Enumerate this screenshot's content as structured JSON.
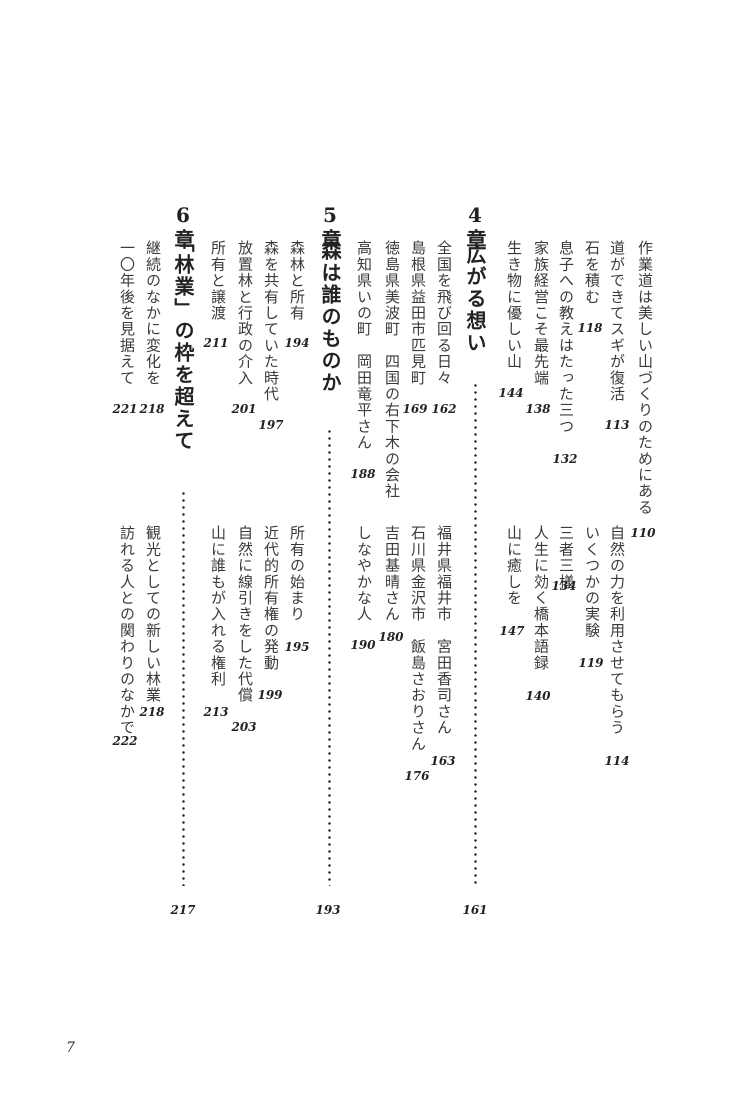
{
  "chapter3_continued": {
    "entries": [
      {
        "title": "作業道は美しい山づくりのためにある",
        "page": "110"
      },
      {
        "title": "道ができてスギが復活",
        "page": "113"
      },
      {
        "title": "石を積む",
        "page": "118"
      },
      {
        "title": "息子への教えはたった三つ",
        "page": "132"
      },
      {
        "title": "家族経営こそ最先端",
        "page": "138"
      },
      {
        "title": "生き物に優しい山",
        "page": "144"
      },
      {
        "title": "自然の力を利用させてもらう",
        "page": "114"
      },
      {
        "title": "いくつかの実験",
        "page": "119"
      },
      {
        "title": "三者三様",
        "page": "134"
      },
      {
        "title": "人生に効く橋本語録",
        "page": "140"
      },
      {
        "title": "山に癒しを",
        "page": "147"
      }
    ]
  },
  "chapter4": {
    "number": "4章",
    "title": "広がる想い",
    "page": "161",
    "entries": [
      {
        "title": "全国を飛び回る日々",
        "page": "162"
      },
      {
        "title": "島根県益田市匹見町",
        "page": "169"
      },
      {
        "title": "徳島県美波町　四国の右下木の会社",
        "title2": "吉田基晴さん",
        "page": "180"
      },
      {
        "title": "高知県いの町　岡田竜平さん",
        "page": "188"
      },
      {
        "title": "福井県福井市　宮田香司さん",
        "page": "163"
      },
      {
        "title": "石川県金沢市　飯島さおりさん",
        "page": "176"
      },
      {
        "title": "しなやかな人",
        "page": "190"
      }
    ]
  },
  "chapter5": {
    "number": "5章",
    "title": "森は誰のものか",
    "page": "193",
    "entries": [
      {
        "title": "森林と所有",
        "page": "194"
      },
      {
        "title": "森を共有していた時代",
        "page": "197"
      },
      {
        "title": "放置林と行政の介入",
        "page": "201"
      },
      {
        "title": "所有と譲渡",
        "page": "211"
      },
      {
        "title": "所有の始まり",
        "page": "195"
      },
      {
        "title": "近代的所有権の発動",
        "page": "199"
      },
      {
        "title": "自然に線引きをした代償",
        "page": "203"
      },
      {
        "title": "山に誰もが入れる権利",
        "page": "213"
      }
    ]
  },
  "chapter6": {
    "number": "6章",
    "title": "「林業」の枠を超えて",
    "page": "217",
    "entries": [
      {
        "title": "継続のなかに変化を",
        "page": "218"
      },
      {
        "title": "一〇年後を見据えて",
        "page": "221"
      },
      {
        "title": "観光としての新しい林業",
        "page": "218"
      },
      {
        "title": "訪れる人との関わりのなかで",
        "page": "222"
      }
    ]
  },
  "folio": "7"
}
